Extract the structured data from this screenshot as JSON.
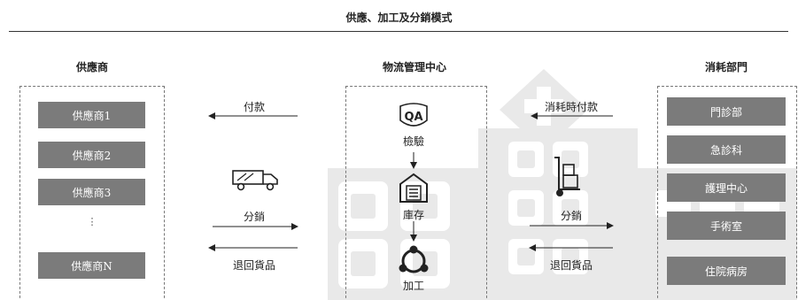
{
  "title": "供應、加工及分銷模式",
  "suppliers": {
    "heading": "供應商",
    "items": [
      "供應商1",
      "供應商2",
      "供應商3",
      "⋮",
      "供應商N"
    ]
  },
  "center": {
    "heading": "物流管理中心",
    "steps": [
      "檢驗",
      "庫存",
      "加工"
    ],
    "qa_icon_text": "QA"
  },
  "departments": {
    "heading": "消耗部門",
    "items": [
      "門診部",
      "急診科",
      "護理中心",
      "手術室",
      "住院病房"
    ]
  },
  "flows": {
    "payment": "付款",
    "distribution_left": "分銷",
    "returns_left": "退回貨品",
    "payment_on_consumption": "消耗時付款",
    "distribution_right": "分銷",
    "returns_right": "退回貨品"
  },
  "icons": {
    "qa": "qa-badge-icon",
    "truck": "truck-icon",
    "warehouse": "warehouse-icon",
    "processing": "process-cycle-icon",
    "hand_truck": "hand-truck-icon",
    "background": "hospital-building-icon"
  },
  "colors": {
    "box_fill": "#7b7b7b",
    "watermark": "#e9e9e9",
    "text": "#222222"
  }
}
